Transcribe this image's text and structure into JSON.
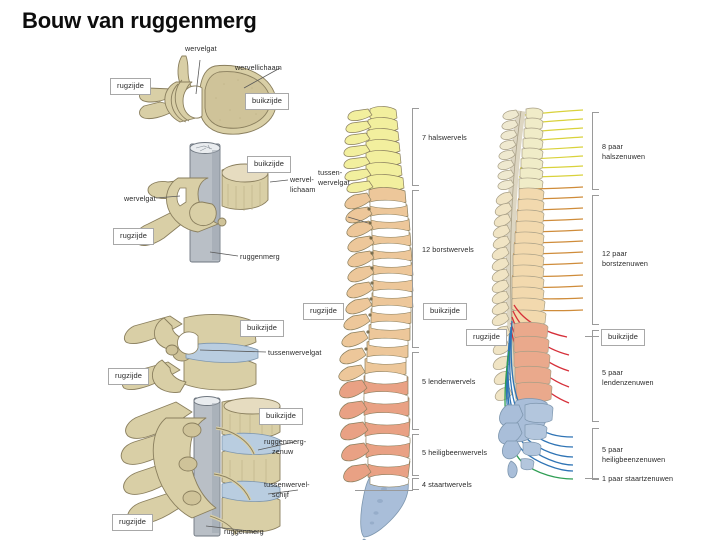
{
  "title": "Bouw van ruggenmerg",
  "colors": {
    "bone": "#d9cfa6",
    "bone_light": "#e6dcc0",
    "bone_outline": "#8a7f5e",
    "cord": "#b9bfc6",
    "cord_outline": "#6f7780",
    "cervical": "#f2ef9e",
    "thoracic": "#edc79a",
    "lumbar": "#e9a184",
    "sacral": "#a9bed9",
    "nerve_cervical": "#d9d23c",
    "nerve_thoracic": "#cf8c3a",
    "nerve_lumbar": "#d6303a",
    "nerve_sacral": "#2f74b5",
    "nerve_coccyx": "#2f9e54",
    "label_border": "#a8a8a8",
    "text": "#2b2b2b",
    "bracket": "#9a9a9a"
  },
  "figures": {
    "vertebra_top": {
      "name": "dwarsdoorsnede wervel",
      "labels": {
        "wervelgat": "wervelgat",
        "wervellichaam": "wervellichaam",
        "rugzijde": "rugzijde",
        "buikzijde": "buikzijde"
      }
    },
    "vertebra_cord": {
      "name": "wervel met ruggenmerg",
      "labels": {
        "buikzijde": "buikzijde",
        "wervellichaam_line1": "wervel-",
        "wervellichaam_line2": "lichaam",
        "wervelgat": "wervelgat",
        "rugzijde": "rugzijde",
        "ruggenmerg": "ruggenmerg"
      }
    },
    "vertebrae_pair": {
      "name": "twee wervels zijaanzicht",
      "labels": {
        "buikzijde": "buikzijde",
        "tussenwervelgat": "tussenwervelgat",
        "rugzijde": "rugzijde",
        "rugzijde_top_right": "rugzijde"
      }
    },
    "vertebrae_stack": {
      "name": "wervelkolom segment met zenuwen",
      "labels": {
        "buikzijde": "buikzijde",
        "zenuw_line1": "ruggenmerg-",
        "zenuw_line2": "zenuw",
        "schijf_line1": "tussenwervel-",
        "schijf_line2": "schijf",
        "rugzijde": "rugzijde",
        "ruggenmerg": "ruggenmerg"
      }
    },
    "spine_column": {
      "name": "wervelkolom zijaanzicht",
      "labels": {
        "tussenwervelgat_line1": "tussen-",
        "tussenwervelgat_line2": "wervelgat",
        "rugzijde": "rugzijde",
        "buikzijde": "buikzijde"
      },
      "sections": [
        {
          "id": "hals",
          "label": "7 halswervels"
        },
        {
          "id": "borst",
          "label": "12 borstwervels"
        },
        {
          "id": "lenden",
          "label": "5 lendenwervels"
        },
        {
          "id": "heiligbeen",
          "label": "5 heiligbeenwervels"
        },
        {
          "id": "staart",
          "label": "4 staartwervels"
        }
      ]
    },
    "nerve_column": {
      "name": "wervelkolom met ruggenmergzenuwen",
      "labels": {
        "rugzijde": "rugzijde",
        "buikzijde": "buikzijde"
      },
      "sections": [
        {
          "id": "hals",
          "line1": "8 paar",
          "line2": "halszenuwen"
        },
        {
          "id": "borst",
          "line1": "12 paar",
          "line2": "borstzenuwen"
        },
        {
          "id": "lenden",
          "line1": "5 paar",
          "line2": "lendenzenuwen"
        },
        {
          "id": "heiligbeen",
          "line1": "5 paar",
          "line2": "heiligbeenzenuwen"
        },
        {
          "id": "staart",
          "line1": "1 paar staartzenuwen",
          "line2": ""
        }
      ]
    }
  }
}
